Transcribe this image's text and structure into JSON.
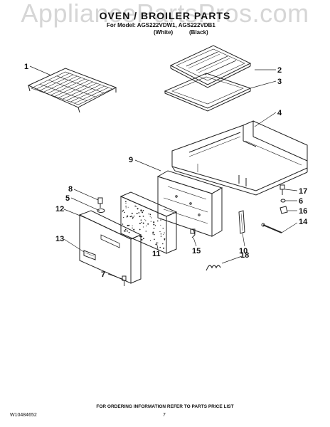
{
  "watermark": "AppliancePartsPros.com",
  "header": {
    "title": "OVEN / BROILER PARTS",
    "model_line": "For Model: AGS222VDW1, AGS222VDB1",
    "variant_white": "(White)",
    "variant_black": "(Black)"
  },
  "callouts": [
    "1",
    "2",
    "3",
    "4",
    "5",
    "6",
    "7",
    "8",
    "9",
    "10",
    "11",
    "12",
    "13",
    "14",
    "15",
    "16",
    "17",
    "18"
  ],
  "footer": {
    "ordering": "FOR ORDERING INFORMATION REFER TO PARTS PRICE LIST",
    "doc_number": "W10484652",
    "page_number": "7"
  }
}
